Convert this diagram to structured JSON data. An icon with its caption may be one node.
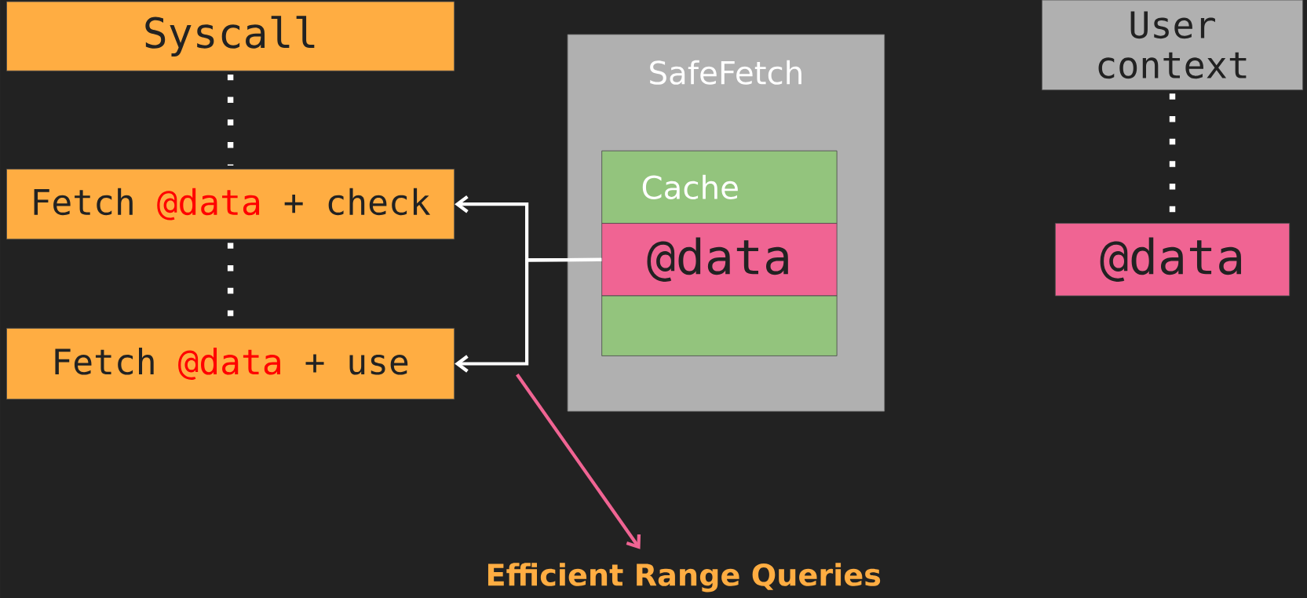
{
  "diagram": {
    "nodes": [
      {
        "text": [
          "Syscall"
        ]
      },
      {
        "text": [
          "Fetch",
          "@data",
          "+ check"
        ]
      },
      {
        "text": [
          "Fetch",
          "@data",
          "+ use"
        ]
      },
      {
        "text": [
          "SafeFetch"
        ]
      },
      {
        "text": [
          "Cache"
        ],
        "in": 3
      },
      {
        "text": [
          "@data"
        ],
        "in": 3
      },
      {
        "text": [],
        "shape": "box",
        "in": 3
      },
      {
        "text": [
          "User context"
        ]
      },
      {
        "text": [
          "@data"
        ]
      },
      {
        "text": [
          "Efficient Range Queries"
        ]
      }
    ],
    "edges": [
      {
        "from": 0,
        "to": 1,
        "arrow": "none",
        "style": "dashed"
      },
      {
        "from": 1,
        "to": 2,
        "arrow": "none",
        "style": "dashed"
      },
      {
        "from": 5,
        "to": 1,
        "arrow": "to"
      },
      {
        "from": 5,
        "to": 2,
        "arrow": "to"
      },
      {
        "from": 7,
        "to": 8,
        "arrow": "none",
        "style": "dashed"
      },
      {
        "from": 2,
        "to": 9,
        "arrow": "to",
        "color": "#f06493"
      }
    ]
  }
}
